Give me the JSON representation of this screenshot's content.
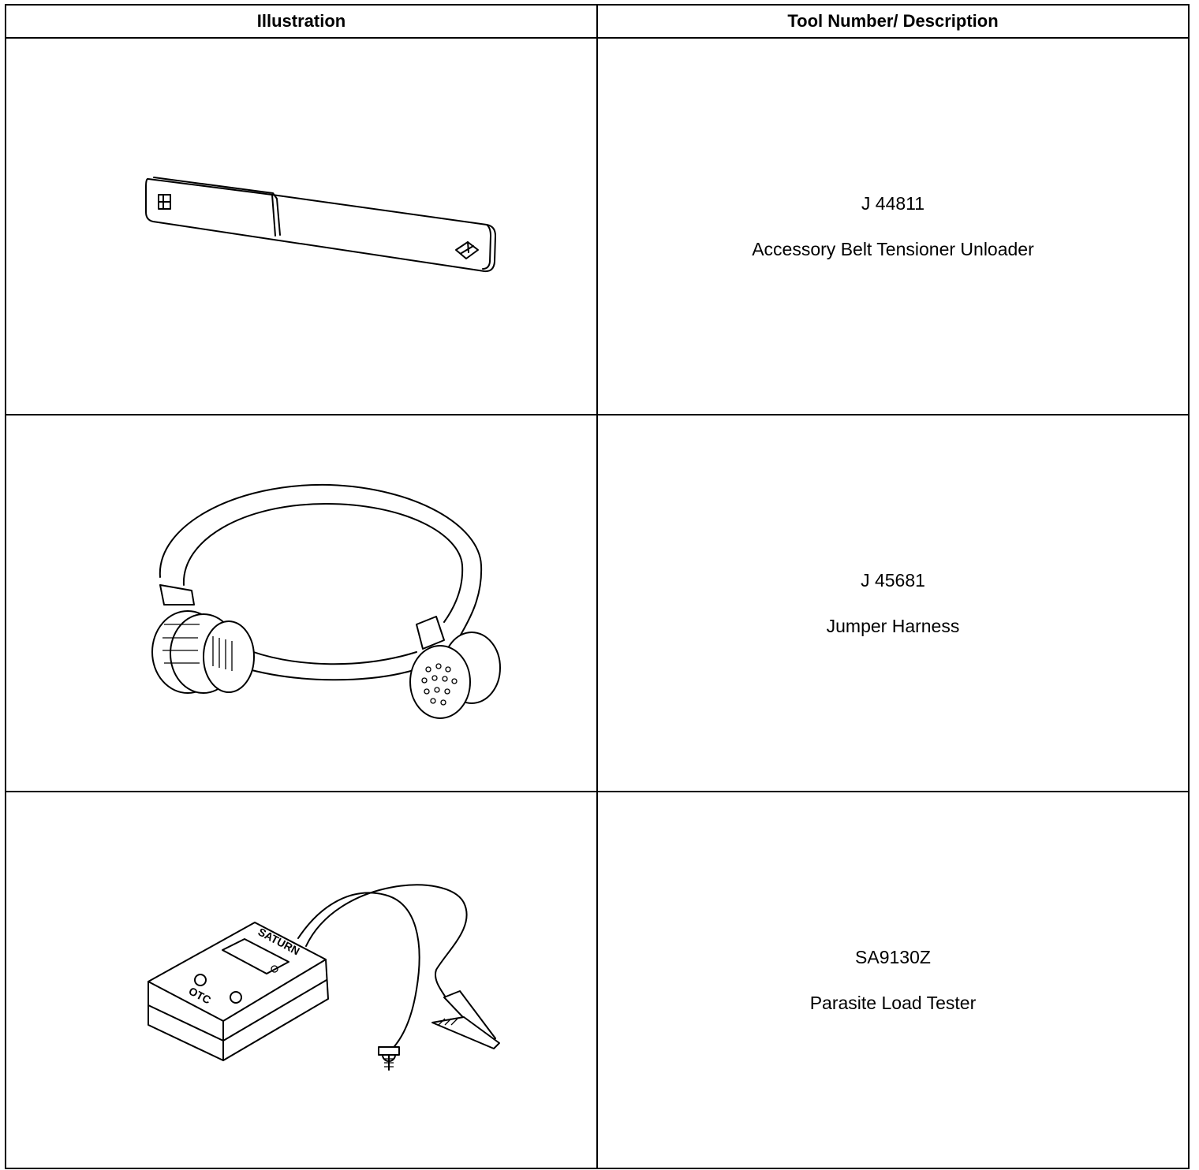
{
  "table": {
    "headers": {
      "illustration": "Illustration",
      "description": "Tool Number/ Description"
    },
    "rows": [
      {
        "tool_number": "J 44811",
        "description": "Accessory Belt Tensioner Unloader",
        "illustration": "tensioner-unloader-tool"
      },
      {
        "tool_number": "J 45681",
        "description": "Jumper Harness",
        "illustration": "jumper-harness-cable"
      },
      {
        "tool_number": "SA9130Z",
        "description": "Parasite Load Tester",
        "illustration": "parasite-load-tester-device",
        "device_brand": "SATURN",
        "device_maker": "OTC"
      }
    ]
  }
}
